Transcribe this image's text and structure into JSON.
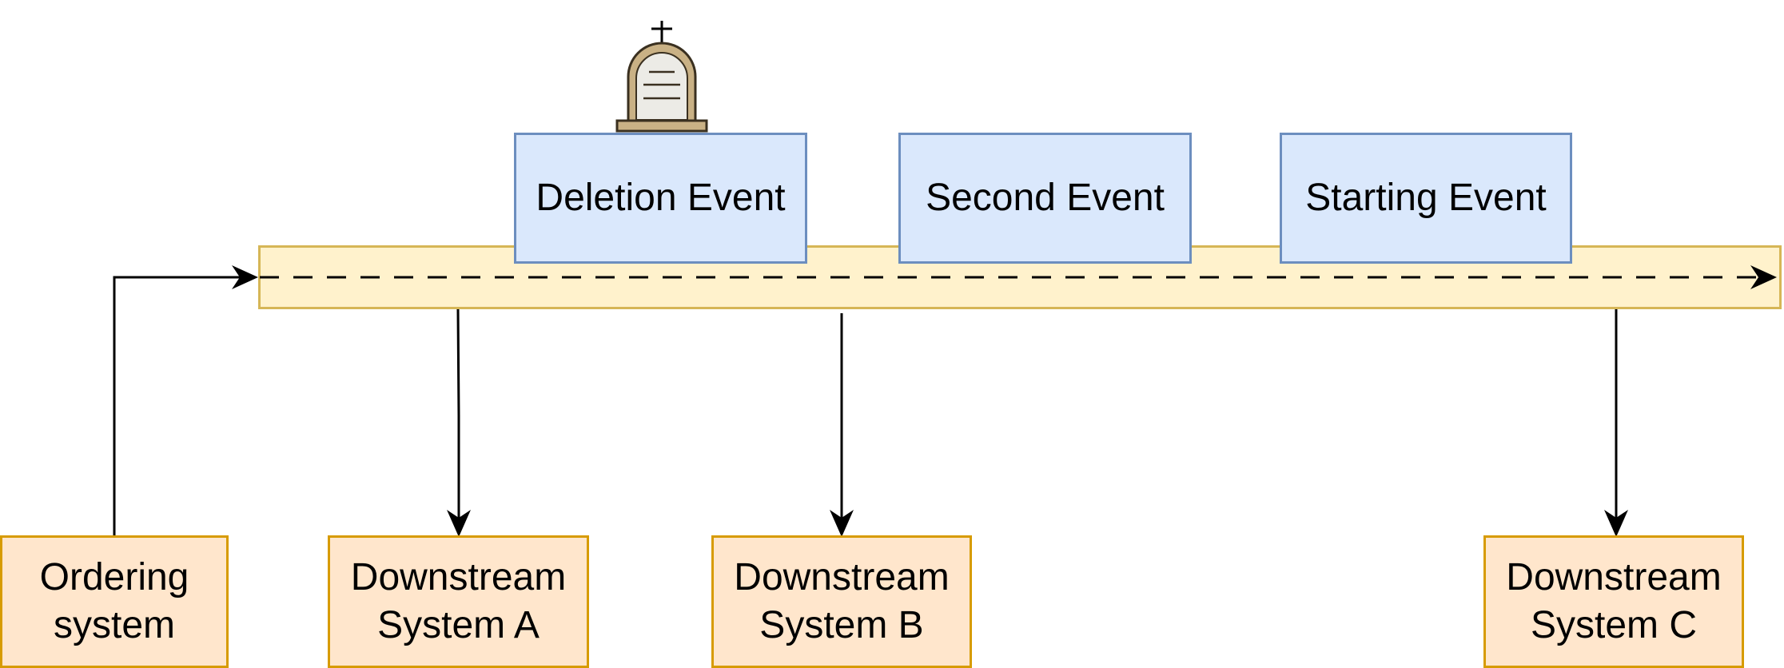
{
  "events": [
    {
      "label": "Deletion Event"
    },
    {
      "label": "Second Event"
    },
    {
      "label": "Starting Event"
    }
  ],
  "systems": {
    "ordering": "Ordering system",
    "a": "Downstream System A",
    "b": "Downstream System B",
    "c": "Downstream System C"
  },
  "icons": [
    "tombstone-icon"
  ],
  "colors": {
    "event_fill": "#dae8fc",
    "event_stroke": "#6c8ebf",
    "system_fill": "#ffe6cc",
    "system_stroke": "#d79b00",
    "stream_fill": "#fff2cc",
    "stream_stroke": "#d6b656"
  }
}
